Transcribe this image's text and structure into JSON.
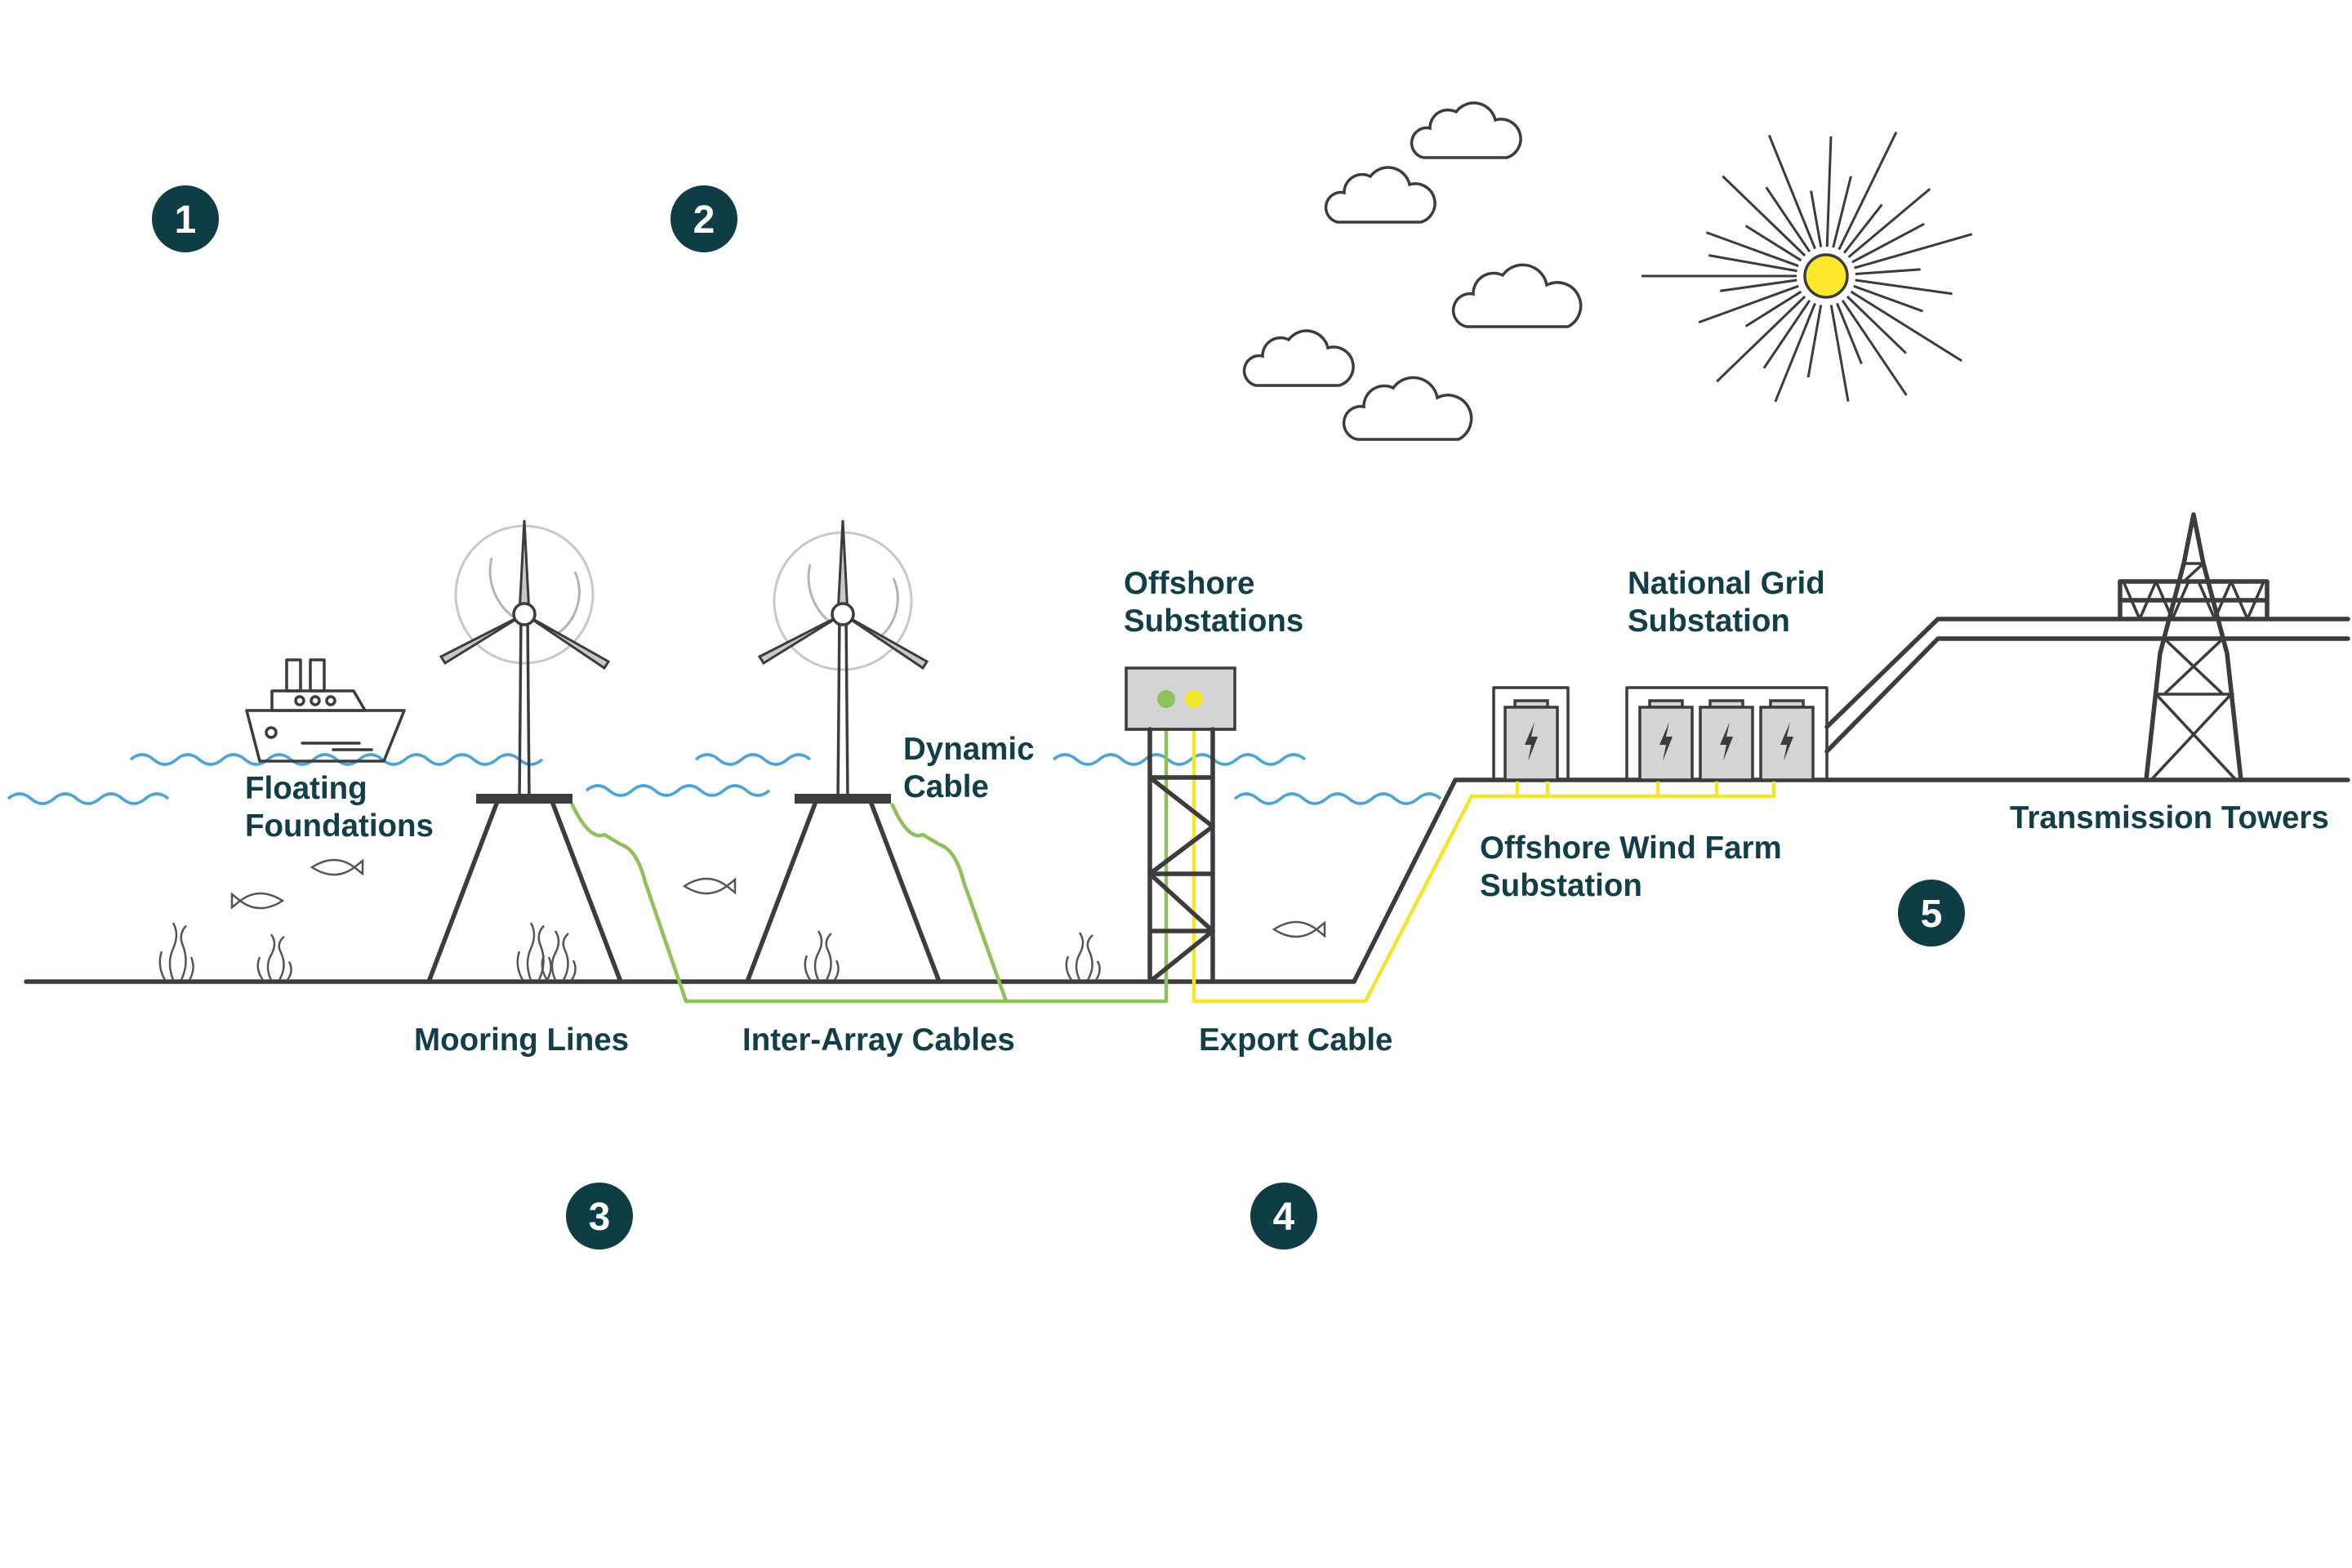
{
  "labels": {
    "floating_foundations": [
      "Floating",
      "Foundations"
    ],
    "dynamic_cable": [
      "Dynamic",
      "Cable"
    ],
    "offshore_substations": [
      "Offshore",
      "Substations"
    ],
    "national_grid_substation": [
      "National Grid",
      "Substation"
    ],
    "offshore_wind_farm_substation": [
      "Offshore Wind Farm",
      "Substation"
    ],
    "transmission_towers": "Transmission Towers",
    "mooring_lines": "Mooring Lines",
    "inter_array_cables": "Inter-Array Cables",
    "export_cable": "Export Cable"
  },
  "markers": [
    "1",
    "2",
    "3",
    "4",
    "5"
  ],
  "colors": {
    "label_text": "#123e47",
    "marker_fill": "#0f3d46",
    "line": "#3c3c3c",
    "water": "#4aa3d9",
    "inter_array_cable": "#8fc15a",
    "export_cable": "#f2e52a",
    "sun": "#ffe82e"
  },
  "icons": [
    "ship-icon",
    "wind-turbine-icon",
    "offshore-substation-icon",
    "substation-icon",
    "transmission-tower-icon",
    "sun-icon",
    "cloud-icon",
    "fish-icon",
    "seaweed-icon",
    "lightning-icon"
  ]
}
